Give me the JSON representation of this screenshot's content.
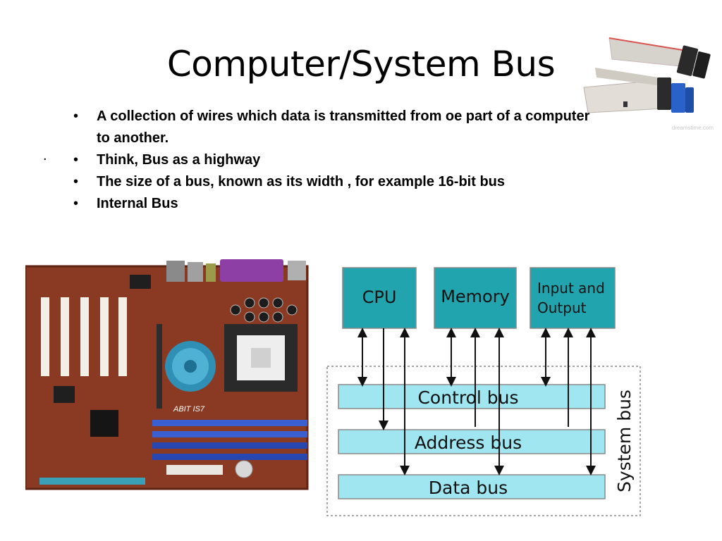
{
  "slide": {
    "title": "Computer/System Bus",
    "bullets": [
      "A collection of wires which data is transmitted from oe part of a computer to another.",
      "Think, Bus as a highway",
      "The size of a bus, known as its width , for example 16-bit bus",
      "Internal Bus"
    ]
  },
  "diagram": {
    "components": [
      "CPU",
      "Memory",
      "Input and",
      "Output"
    ],
    "buses": [
      "Control bus",
      "Address bus",
      "Data bus"
    ],
    "system_label": "System bus",
    "colors": {
      "box_fill": "#21a4ad",
      "bus_fill": "#9fe6f1",
      "outline": "#888888"
    }
  },
  "photos": {
    "motherboard_marking": "ABIT IS7",
    "cable_watermark": "dreamstime.com"
  }
}
